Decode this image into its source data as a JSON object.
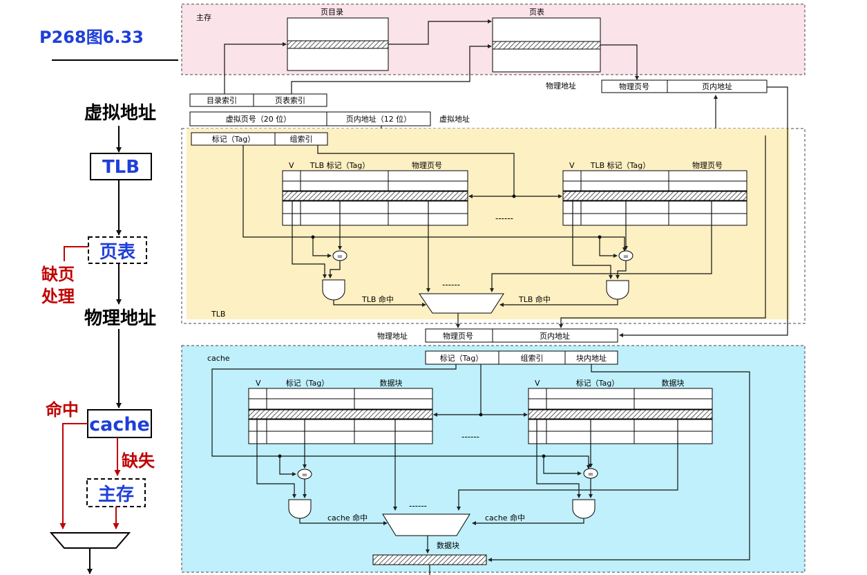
{
  "title": "P268图6.33",
  "flow": {
    "virtual_address": "虚拟地址",
    "tlb": "TLB",
    "page_table": "页表",
    "page_fault": [
      "缺页",
      "处理"
    ],
    "physical_address": "物理地址",
    "hit": "命中",
    "cache": "cache",
    "miss": "缺失",
    "main_memory": "主存"
  },
  "memory": {
    "label": "主存",
    "page_directory": "页目录",
    "page_table": "页表"
  },
  "index_fields": [
    "目录索引",
    "页表索引"
  ],
  "virtual_address_fields": [
    "虚拟页号（20 位）",
    "页内地址（12 位）"
  ],
  "virtual_address_label": "虚拟地址",
  "physical_address_label_top": "物理地址",
  "physical_address_fields_top": [
    "物理页号",
    "页内地址"
  ],
  "tlb_section": {
    "label": "TLB",
    "fields": [
      "标记（Tag）",
      "组索引"
    ],
    "columns": [
      "V",
      "TLB 标记（Tag）",
      "物理页号"
    ],
    "hit_left": "TLB 命中",
    "hit_right": "TLB 命中",
    "dots": "------",
    "comparator": "="
  },
  "physical_address_label_mid": "物理地址",
  "physical_address_fields_mid": [
    "物理页号",
    "页内地址"
  ],
  "cache_section": {
    "label": "cache",
    "fields": [
      "标记（Tag）",
      "组索引",
      "块内地址"
    ],
    "columns": [
      "V",
      "标记（Tag）",
      "数据块"
    ],
    "hit_left": "cache 命中",
    "hit_right": "cache 命中",
    "dots": "------",
    "comparator": "=",
    "data_block": "数据块"
  },
  "colors": {
    "title_blue": "#1f3fd8",
    "red": "#c00000",
    "memory_bg": "#fbe3ea",
    "tlb_bg": "#fdf0c2",
    "cache_bg": "#bff0fb"
  }
}
